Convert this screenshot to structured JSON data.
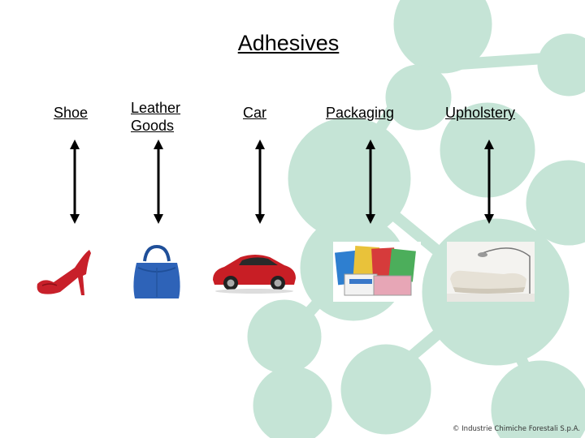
{
  "slide": {
    "title": "Adhesives",
    "categories": [
      {
        "label": "Shoe",
        "icon": "red-high-heel-shoe-icon"
      },
      {
        "label": "Leather Goods",
        "icon": "blue-leather-handbag-icon"
      },
      {
        "label": "Car",
        "icon": "red-sports-car-icon"
      },
      {
        "label": "Packaging",
        "icon": "food-packaging-bags-icon"
      },
      {
        "label": "Upholstery",
        "icon": "white-sofa-with-lamp-icon"
      }
    ],
    "footer": "© Industrie Chimiche Forestali S.p.A."
  },
  "colors": {
    "background_circles": "#c5e4d6",
    "text": "#000000",
    "shoe": "#c8202a",
    "bag": "#2e63b8",
    "car": "#c81e25"
  }
}
